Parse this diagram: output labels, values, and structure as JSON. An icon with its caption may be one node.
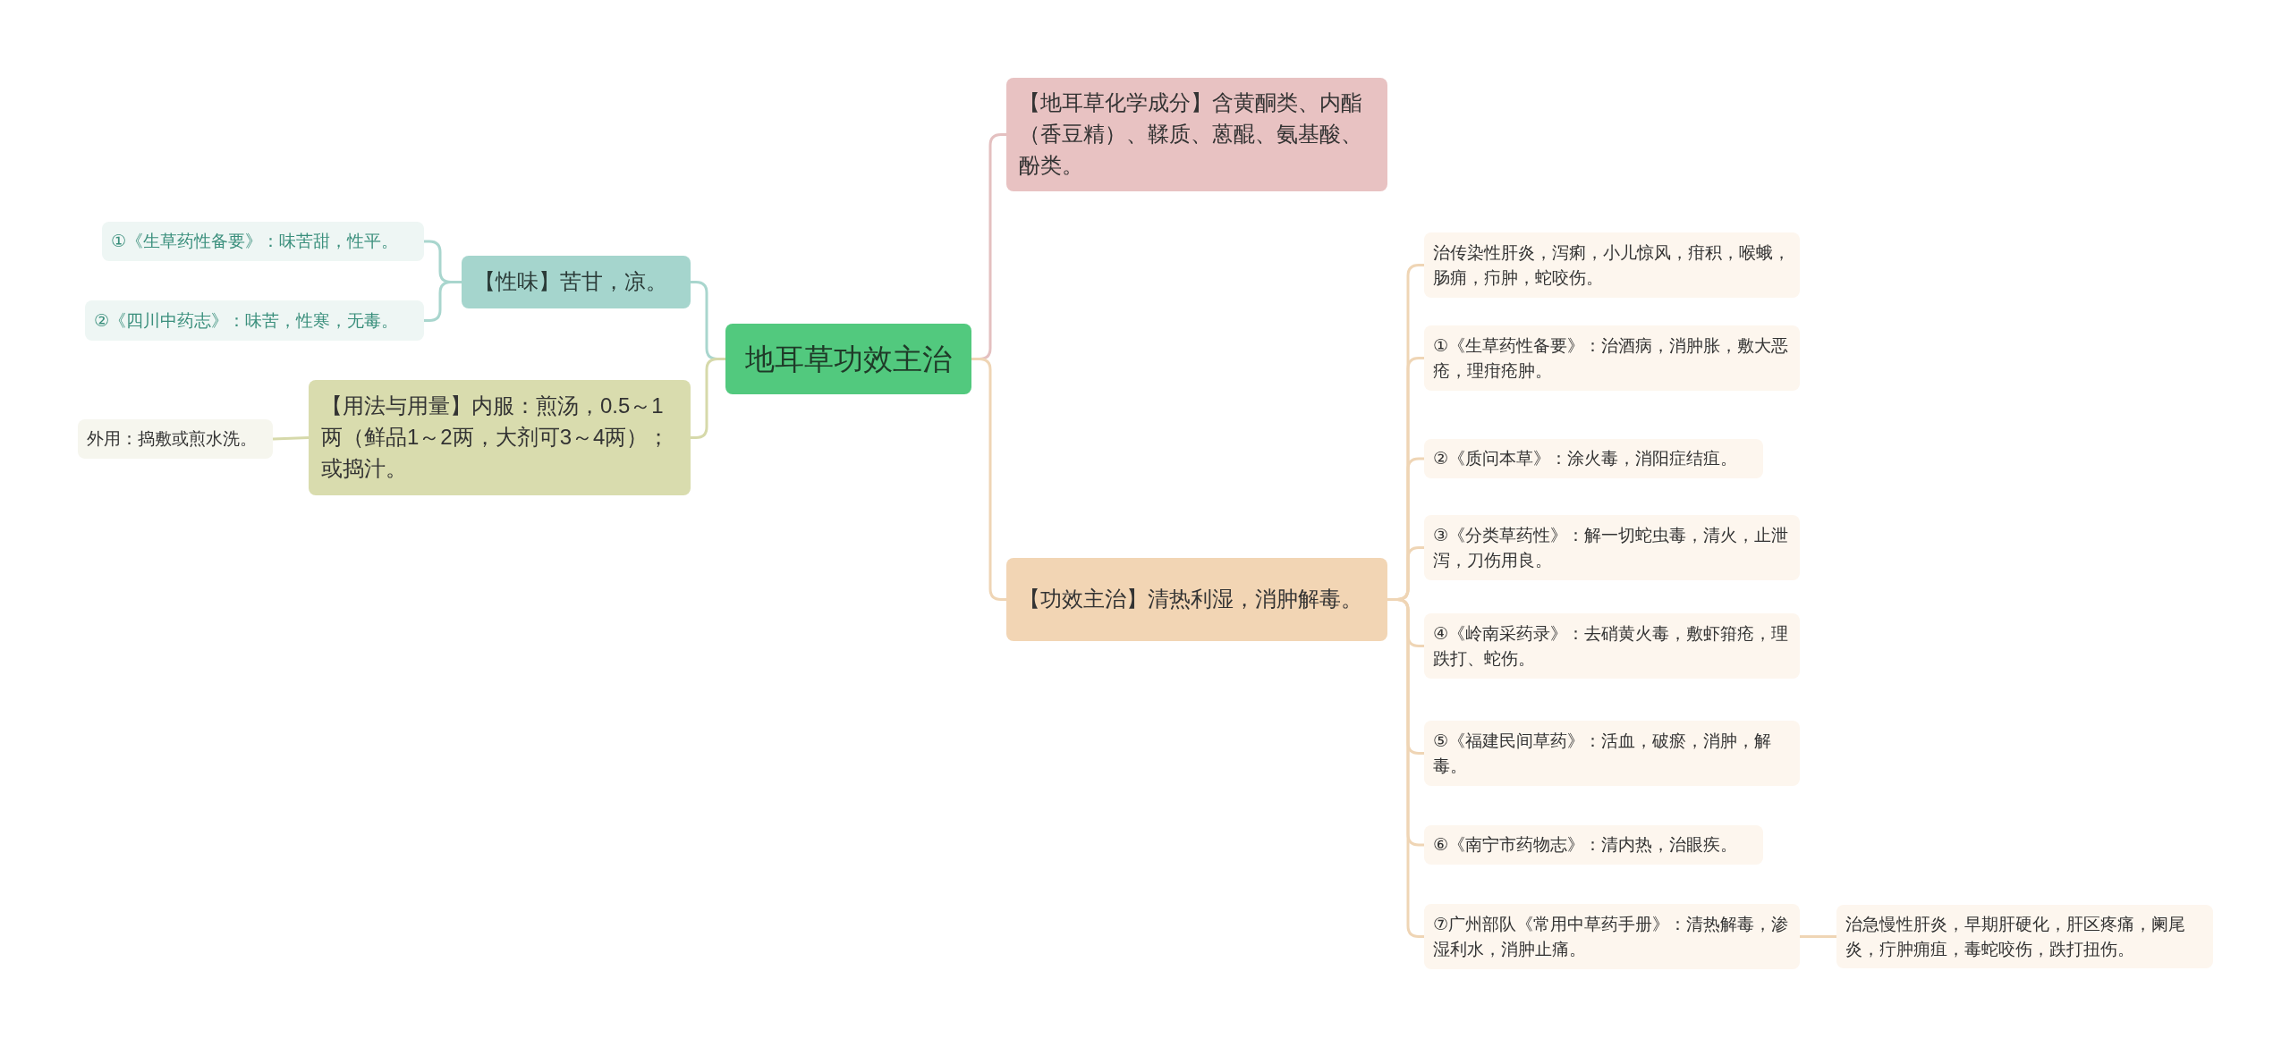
{
  "diagram": {
    "nodes": [
      {
        "text": [
          "地耳草功效主治"
        ]
      },
      {
        "text": [
          "【性味】苦甘，凉。"
        ]
      },
      {
        "text": [
          "①《生草药性备要》：味苦甜，性平。"
        ]
      },
      {
        "text": [
          "②《四川中药志》：味苦，性寒，无毒。"
        ]
      },
      {
        "text": [
          "【用法与用量】内服：煎汤，0.5～1两（鲜品1～2两，大剂可3～4两）；或捣汁。"
        ]
      },
      {
        "text": [
          "外用：捣敷或煎水洗。"
        ]
      },
      {
        "text": [
          "【地耳草化学成分】含黄酮类、内酯（香豆精）、鞣质、蒽醌、氨基酸、酚类。"
        ]
      },
      {
        "text": [
          "【功效主治】清热利湿，消肿解毒。"
        ]
      },
      {
        "text": [
          "治传染性肝炎，泻痢，小儿惊风，疳积，喉蛾，肠痈，疖肿，蛇咬伤。"
        ]
      },
      {
        "text": [
          "①《生草药性备要》：治酒病，消肿胀，敷大恶疮，理疳疮肿。"
        ]
      },
      {
        "text": [
          "②《质问本草》：涂火毒，消阳症结疽。"
        ]
      },
      {
        "text": [
          "③《分类草药性》：解一切蛇虫毒，清火，止泄泻，刀伤用良。"
        ]
      },
      {
        "text": [
          "④《岭南采药录》：去硝黄火毒，敷虾箝疮，理跌打、蛇伤。"
        ]
      },
      {
        "text": [
          "⑤《福建民间草药》：活血，破瘀，消肿，解毒。"
        ]
      },
      {
        "text": [
          "⑥《南宁市药物志》：清内热，治眼疾。"
        ]
      },
      {
        "text": [
          "⑦广州部队《常用中草药手册》：清热解毒，渗湿利水，消肿止痛。"
        ]
      },
      {
        "text": [
          "治急慢性肝炎，早期肝硬化，肝区疼痛，阑尾炎，疔肿痈疽，毒蛇咬伤，跌打扭伤。"
        ]
      }
    ],
    "edges": [
      {
        "from": 0,
        "to": 1,
        "arrow": "none",
        "color": "#a9d6ce"
      },
      {
        "from": 1,
        "to": 2,
        "arrow": "none",
        "color": "#a9d6ce"
      },
      {
        "from": 1,
        "to": 3,
        "arrow": "none",
        "color": "#a9d6ce"
      },
      {
        "from": 0,
        "to": 4,
        "arrow": "none",
        "color": "#d6d9aa"
      },
      {
        "from": 4,
        "to": 5,
        "arrow": "none",
        "color": "#d6d9aa"
      },
      {
        "from": 0,
        "to": 6,
        "arrow": "none",
        "color": "#e4c0c0"
      },
      {
        "from": 0,
        "to": 7,
        "arrow": "none"
      },
      {
        "from": 7,
        "to": 8,
        "arrow": "none"
      },
      {
        "from": 7,
        "to": 9,
        "arrow": "none"
      },
      {
        "from": 7,
        "to": 10,
        "arrow": "none"
      },
      {
        "from": 7,
        "to": 11,
        "arrow": "none"
      },
      {
        "from": 7,
        "to": 12,
        "arrow": "none"
      },
      {
        "from": 7,
        "to": 13,
        "arrow": "none"
      },
      {
        "from": 7,
        "to": 14,
        "arrow": "none"
      },
      {
        "from": 7,
        "to": 15,
        "arrow": "none"
      },
      {
        "from": 15,
        "to": 16,
        "arrow": "none"
      }
    ]
  }
}
